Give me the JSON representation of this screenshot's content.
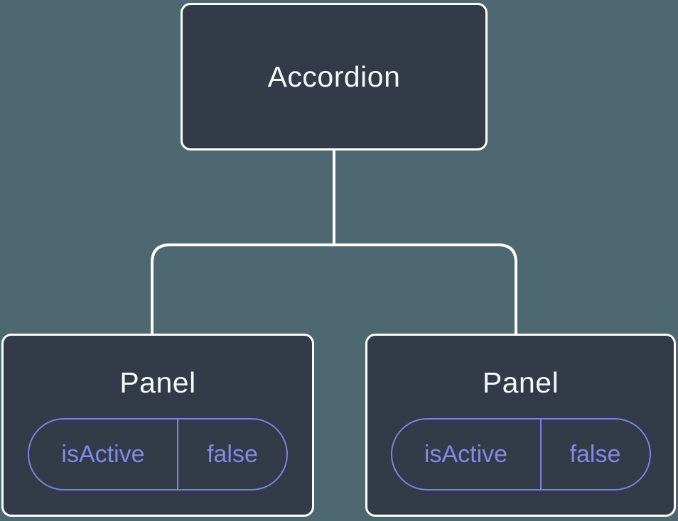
{
  "diagram": {
    "type": "component-tree",
    "colors": {
      "background": "#4D6870",
      "node_fill": "#343B48",
      "node_border": "#FFFFFF",
      "accent": "#7B82E3",
      "accent_text": "#8289E6",
      "title_text": "#F6F7F9",
      "connector": "#FFFFFF"
    },
    "root": {
      "label": "Accordion"
    },
    "children": [
      {
        "label": "Panel",
        "props": [
          {
            "name": "isActive",
            "value": "false"
          }
        ]
      },
      {
        "label": "Panel",
        "props": [
          {
            "name": "isActive",
            "value": "false"
          }
        ]
      }
    ]
  }
}
